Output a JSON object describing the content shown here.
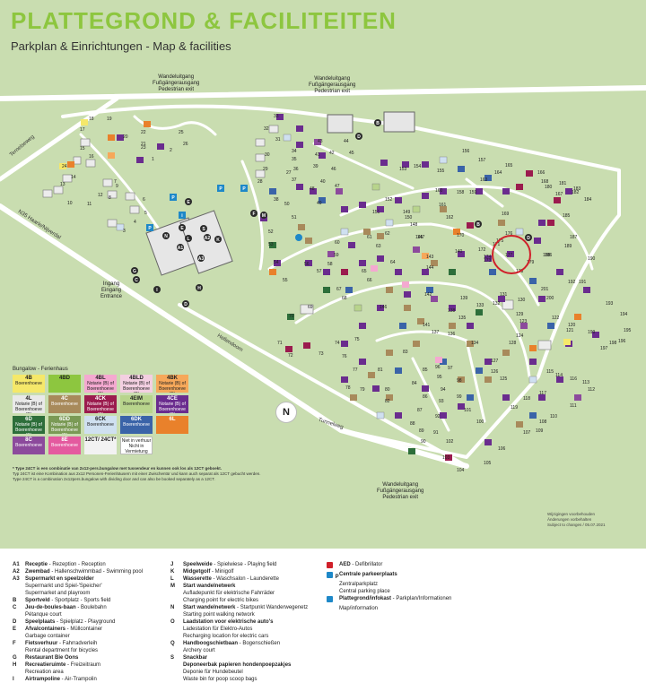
{
  "header": {
    "title": "PLATTEGROND & FACILITEITEN",
    "subtitle": "Parkplan & Einrichtungen - Map & facilities"
  },
  "exits": {
    "top_left": [
      "Wandeluitgang",
      "Fußgängerausgang",
      "Pedestrian exit"
    ],
    "top_right": [
      "Wandeluitgang",
      "Fußgängerausgang",
      "Pedestrian exit"
    ],
    "bottom": [
      "Wandeluitgang",
      "Fußgängerausgang",
      "Pedestrian exit"
    ],
    "entrance": [
      "Ingang",
      "Eingang",
      "Entrance"
    ]
  },
  "roads": {
    "ternelseweg": "Ternelseweg",
    "n35": "N35 Haarle/Nijverdal",
    "hellendoorn": "Hellendoorn",
    "tunnelweg": "Tunnelweg"
  },
  "compass": "N",
  "legend": {
    "title": "Bungalow - Ferienhaus",
    "tiles": [
      {
        "code": "4B",
        "sub": "Boerenhoeve",
        "color": "#f5e86a"
      },
      {
        "code": "4BD",
        "sub": "",
        "color": "#8dc63f"
      },
      {
        "code": "4BL",
        "sub": "Notarie (B) of Boerenhoeve (B)",
        "color": "#f4a9d0"
      },
      {
        "code": "4BLD",
        "sub": "Notarie (B) of Boerenhoeve (B)",
        "color": "#f3cfe1"
      },
      {
        "code": "4BK",
        "sub": "Notarie (B) of Boerenhoeve (B)",
        "color": "#f6a85a"
      },
      {
        "code": "4L",
        "sub": "Notarie (B) of Boerenhoeve (B)",
        "color": "#e9e9e9"
      },
      {
        "code": "4C",
        "sub": "Boerenhoeve",
        "color": "#a88a5b"
      },
      {
        "code": "4CK",
        "sub": "Notarie (B) of Boerenhoeve (B)",
        "color": "#9b1b4e"
      },
      {
        "code": "4EIM",
        "sub": "Boerenhoeve",
        "color": "#b8d48c"
      },
      {
        "code": "4CE",
        "sub": "Notarie (B) of Boerenhoeve (B)",
        "color": "#6a2c8e"
      },
      {
        "code": "6D",
        "sub": "Notarie (B) of Boerenhoeve (B)",
        "color": "#2d6e3a"
      },
      {
        "code": "6DD",
        "sub": "Notarie (B) of Boerenhoeve (B)",
        "color": "#7a9a55"
      },
      {
        "code": "6CK",
        "sub": "Boerenhoeve",
        "color": "#cfe0f0"
      },
      {
        "code": "6DK",
        "sub": "Boerenhoeve",
        "color": "#3a63a8"
      },
      {
        "code": "6L",
        "sub": "",
        "color": "#e9812b"
      },
      {
        "code": "8C",
        "sub": "Boerenhoeve",
        "color": "#8c4a9c"
      },
      {
        "code": "8E",
        "sub": "Boerenhoeve",
        "color": "#e45a9f"
      },
      {
        "code": "12CT/ 24CT*",
        "sub": "",
        "color": "#f2f2f2"
      },
      {
        "code": "",
        "sub": "Niet in verhuur Nicht in Vermietung Not for rent",
        "color": "#ffffff"
      }
    ]
  },
  "notes": [
    "* Type 24CT is een combinatie van 2x12-pers.bungalow met tussendeur en kunnen ook los als 12CT geboekt.",
    "Typ 24CT ist eine Kombination aus 2x12 Personen-Ferienhäusern mit einer Zwischentür und kann auch separat als 12CT gebucht werden.",
    "Type 24CT is a combination 2x12pers.bungalow with dividing door and can also be booked separately as a 12CT."
  ],
  "changes_note": [
    "Wijzigingen voorbehouden",
    "Änderungen vorbehalten",
    "Subject to changes / 05.07.2021"
  ],
  "plots": [
    "17",
    "18",
    "19",
    "20",
    "21",
    "22",
    "23",
    "24",
    "25",
    "26",
    "15",
    "16",
    "14",
    "13",
    "12",
    "11",
    "10",
    "9",
    "8",
    "7",
    "6",
    "5",
    "4",
    "3",
    "2",
    "1",
    "33",
    "32",
    "31",
    "30",
    "29",
    "28",
    "27",
    "34",
    "35",
    "36",
    "37",
    "38",
    "39",
    "40",
    "41",
    "42",
    "43",
    "44",
    "45",
    "46",
    "47",
    "48",
    "49",
    "50",
    "51",
    "52",
    "53",
    "54",
    "55",
    "56",
    "57",
    "58",
    "59",
    "60",
    "61",
    "62",
    "63",
    "64",
    "65",
    "66",
    "67",
    "68",
    "69",
    "70",
    "71",
    "72",
    "73",
    "74",
    "75",
    "76",
    "77",
    "78",
    "79",
    "80",
    "81",
    "82",
    "83",
    "84",
    "85",
    "86",
    "87",
    "88",
    "89",
    "90",
    "91",
    "92",
    "93",
    "94",
    "95",
    "96",
    "97",
    "98",
    "99",
    "100",
    "101",
    "102",
    "103",
    "104",
    "105",
    "106",
    "107",
    "108",
    "109",
    "110",
    "111",
    "112",
    "113",
    "114",
    "115",
    "116",
    "117",
    "118",
    "119",
    "120",
    "121",
    "122",
    "123",
    "124",
    "125",
    "126",
    "127",
    "128",
    "129",
    "130",
    "131",
    "132",
    "133",
    "134",
    "135",
    "136",
    "137",
    "138",
    "139",
    "140",
    "141",
    "142",
    "143",
    "144",
    "145",
    "146",
    "147",
    "148",
    "149",
    "150",
    "151",
    "152",
    "153",
    "154",
    "155",
    "156",
    "157",
    "158",
    "159",
    "160",
    "161",
    "162",
    "163",
    "164",
    "165",
    "166",
    "167",
    "168",
    "169",
    "170",
    "171",
    "172",
    "173",
    "174",
    "175",
    "176",
    "177",
    "178",
    "179",
    "180",
    "181",
    "182",
    "183",
    "184",
    "185",
    "186",
    "187",
    "188",
    "189",
    "190",
    "191",
    "192",
    "193",
    "194",
    "195",
    "196",
    "197",
    "198",
    "199",
    "200",
    "201"
  ],
  "facility_key": {
    "col1": [
      {
        "code": "A1",
        "title": "Receptie",
        "text": "- Rezeption - Reception"
      },
      {
        "code": "A2",
        "title": "Zwembad",
        "text": "- Hallenschwimmbad - Swimming pool"
      },
      {
        "code": "A3",
        "title": "Supermarkt en speelzolder",
        "text": ""
      },
      {
        "code": "",
        "title": "",
        "text": "Supermarkt und Spiel-'Speicher'"
      },
      {
        "code": "",
        "title": "",
        "text": "Supermarket and playroom"
      },
      {
        "code": "B",
        "title": "Sportveld",
        "text": "- Sportplatz - Sports field"
      },
      {
        "code": "C",
        "title": "Jeu-de-boules-baan",
        "text": "- Boulebahn"
      },
      {
        "code": "",
        "title": "",
        "text": "Pétanque court"
      },
      {
        "code": "D",
        "title": "Speelplaats",
        "text": "- Spielplatz - Playground"
      },
      {
        "code": "E",
        "title": "Afvalcontainers",
        "text": "- Müllcontainer"
      },
      {
        "code": "",
        "title": "",
        "text": "Garbage container"
      },
      {
        "code": "F",
        "title": "Fietsverhuur",
        "text": "- Fahrradverleih"
      },
      {
        "code": "",
        "title": "",
        "text": "Rental department for bicycles"
      },
      {
        "code": "G",
        "title": "Restaurant Bie Oons",
        "text": ""
      },
      {
        "code": "H",
        "title": "Recreatieruimte",
        "text": "- Freizeitraum"
      },
      {
        "code": "",
        "title": "",
        "text": "Recreation area"
      },
      {
        "code": "I",
        "title": "Airtrampoline",
        "text": "- Air-Trampolin"
      }
    ],
    "col2": [
      {
        "code": "J",
        "title": "Speelweide",
        "text": "- Spielwiese - Playing field"
      },
      {
        "code": "K",
        "title": "Midgetgolf",
        "text": "- Minigolf"
      },
      {
        "code": "L",
        "title": "Wasserette",
        "text": "- Waschsalon - Launderette"
      },
      {
        "code": "M",
        "title": "Start wandelnetwerk",
        "text": ""
      },
      {
        "code": "",
        "title": "",
        "text": "Aufladepunkt für elektrische Fahrräder"
      },
      {
        "code": "",
        "title": "",
        "text": "Charging point for electric bikes"
      },
      {
        "code": "N",
        "title": "Start wandelnetwerk",
        "text": "- Startpunkt Wanderwegenetz"
      },
      {
        "code": "",
        "title": "",
        "text": "Starting point walking network"
      },
      {
        "code": "O",
        "title": "Laadstation voor elektrische auto's",
        "text": ""
      },
      {
        "code": "",
        "title": "",
        "text": "Ladestation für Elektro-Autos"
      },
      {
        "code": "",
        "title": "",
        "text": "Recharging location for electric cars"
      },
      {
        "code": "Q",
        "title": "Handboogschietbaan",
        "text": "- Bogenschießen"
      },
      {
        "code": "",
        "title": "",
        "text": "Archery court"
      },
      {
        "code": "S",
        "title": "Snackbar",
        "text": ""
      },
      {
        "code": "",
        "title": "Deponeerbak papieren hondenpoepzakjes",
        "text": ""
      },
      {
        "code": "",
        "title": "",
        "text": "Deponie für Hundebeutel"
      },
      {
        "code": "",
        "title": "",
        "text": "Waste bin for poop scoop bags"
      }
    ],
    "col3": [
      {
        "code": "",
        "title": "AED",
        "text": "- Defibrillator",
        "icon": "#d0202a"
      },
      {
        "code": "P",
        "title": "Centrale parkeerplaats",
        "text": "",
        "icon": "#1e88c8"
      },
      {
        "code": "",
        "title": "",
        "text": "Zentralparkplatz"
      },
      {
        "code": "",
        "title": "",
        "text": "Central parking place"
      },
      {
        "code": "",
        "title": "Plattegrond/infokast",
        "text": "- Parkplan/Informationen",
        "icon": "#1e88c8"
      },
      {
        "code": "",
        "title": "",
        "text": "Map/information"
      }
    ]
  }
}
